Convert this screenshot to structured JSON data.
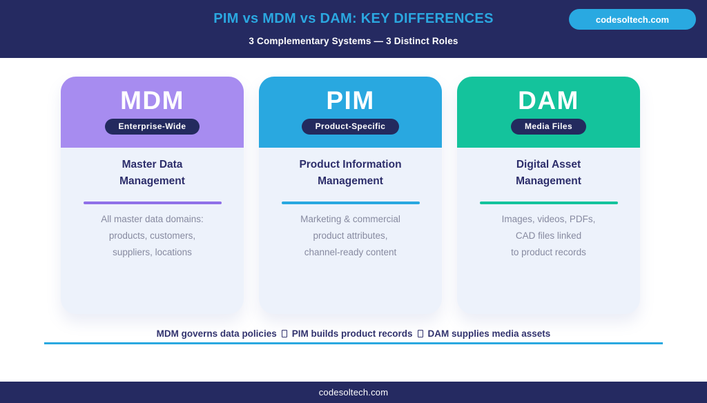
{
  "header": {
    "title": "PIM vs MDM vs DAM: KEY DIFFERENCES",
    "subtitle": "3 Complementary Systems — 3 Distinct Roles",
    "site_button": "codesoltech.com"
  },
  "cards": [
    {
      "acronym": "MDM",
      "badge": "Enterprise-Wide",
      "title_lines": [
        "Master Data",
        "Management"
      ],
      "desc_lines": [
        "All master data domains:",
        "products, customers,",
        "suppliers, locations"
      ],
      "accent_color": "#a78cf0",
      "divider_color": "#8f70e8"
    },
    {
      "acronym": "PIM",
      "badge": "Product-Specific",
      "title_lines": [
        "Product Information",
        "Management"
      ],
      "desc_lines": [
        "Marketing & commercial",
        "product attributes,",
        "channel-ready content"
      ],
      "accent_color": "#29a8e0",
      "divider_color": "#29a8e0"
    },
    {
      "acronym": "DAM",
      "badge": "Media Files",
      "title_lines": [
        "Digital Asset",
        "Management"
      ],
      "desc_lines": [
        "Images, videos, PDFs,",
        "CAD files linked",
        "to product records"
      ],
      "accent_color": "#14c39c",
      "divider_color": "#14c39c"
    }
  ],
  "summary": {
    "segments": [
      "MDM governs data policies",
      "PIM builds product records",
      "DAM supplies media assets"
    ]
  },
  "footer": {
    "site": "codesoltech.com"
  },
  "colors": {
    "navy": "#252a61",
    "accent_cyan": "#2ba7e0",
    "badge_navy": "#232a5e",
    "card_body_bg": "#edf2fb",
    "muted_text": "#878aa0",
    "summary_line": "#2aa9e0"
  }
}
